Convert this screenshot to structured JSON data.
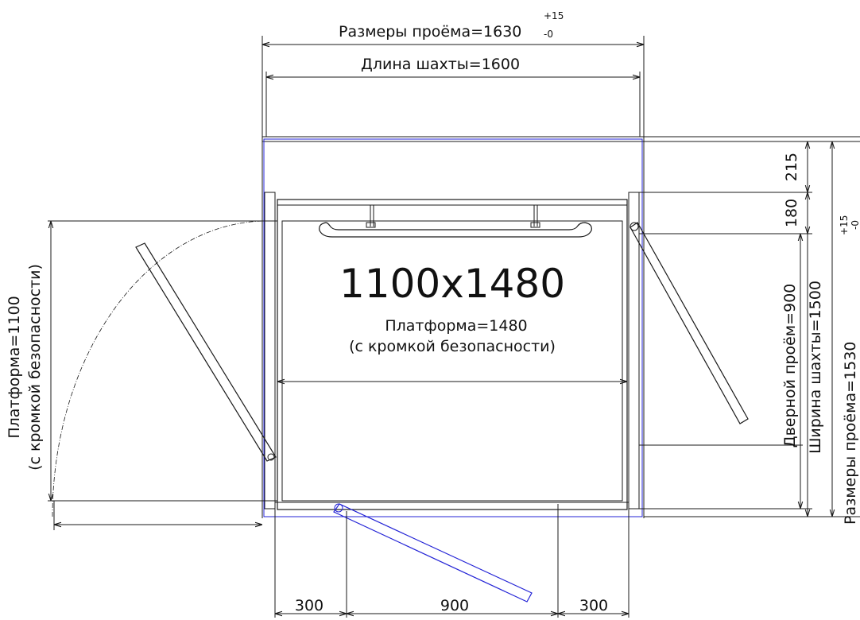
{
  "drawing": {
    "center_label": "1100x1480",
    "platform_length_label": "Платформа=1480",
    "platform_length_note": "(с кромкой безопасности)",
    "platform_width_label": "Платформа=1100",
    "platform_width_note": "(с кромкой безопасности)"
  },
  "dimensions": {
    "opening_length": "Размеры проёма=1630",
    "opening_length_tol_plus": "+15",
    "opening_length_tol_minus": "-0",
    "shaft_length": "Длина шахты=1600",
    "top_gap": "215",
    "rail_gap": "180",
    "door_opening": "Дверной проём=900",
    "shaft_width": "Ширина шахты=1500",
    "opening_width": "Размеры проёма=1530",
    "opening_width_tol_plus": "+15",
    "opening_width_tol_minus": "-0",
    "bottom_left": "300",
    "bottom_center": "900",
    "bottom_right": "300"
  },
  "colors": {
    "line": "#1a1a1a",
    "accent": "#2323d6"
  }
}
